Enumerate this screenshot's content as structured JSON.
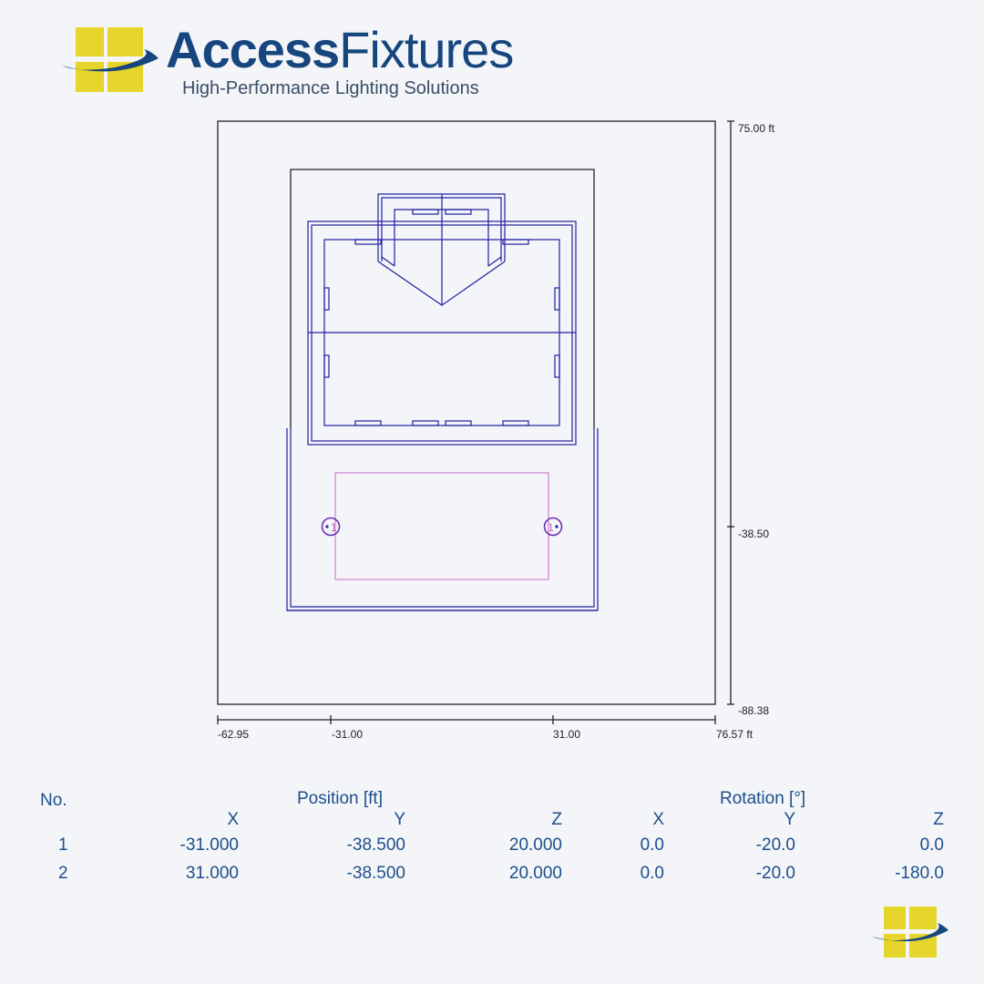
{
  "brand": {
    "name_bold": "Access",
    "name_light": "Fixtures",
    "tagline": "High-Performance Lighting Solutions"
  },
  "colors": {
    "brand_blue": "#17467f",
    "brand_yellow": "#e6d52a",
    "drawing_blue": "#2020a0",
    "field_pink": "#d080d0",
    "table_text": "#1f4e8c"
  },
  "axes": {
    "y_labels": [
      "75.00 ft",
      "-38.50",
      "-88.38"
    ],
    "x_labels": [
      "-62.95",
      "-31.00",
      "31.00",
      "76.57 ft"
    ]
  },
  "luminaires": [
    {
      "label": "1"
    },
    {
      "label": "1"
    }
  ],
  "table": {
    "no_header": "No.",
    "position_header": "Position [ft]",
    "rotation_header": "Rotation [°]",
    "sub_headers": [
      "X",
      "Y",
      "Z",
      "X",
      "Y",
      "Z"
    ],
    "rows": [
      {
        "no": "1",
        "px": "-31.000",
        "py": "-38.500",
        "pz": "20.000",
        "rx": "0.0",
        "ry": "-20.0",
        "rz": "0.0"
      },
      {
        "no": "2",
        "px": "31.000",
        "py": "-38.500",
        "pz": "20.000",
        "rx": "0.0",
        "ry": "-20.0",
        "rz": "-180.0"
      }
    ]
  }
}
